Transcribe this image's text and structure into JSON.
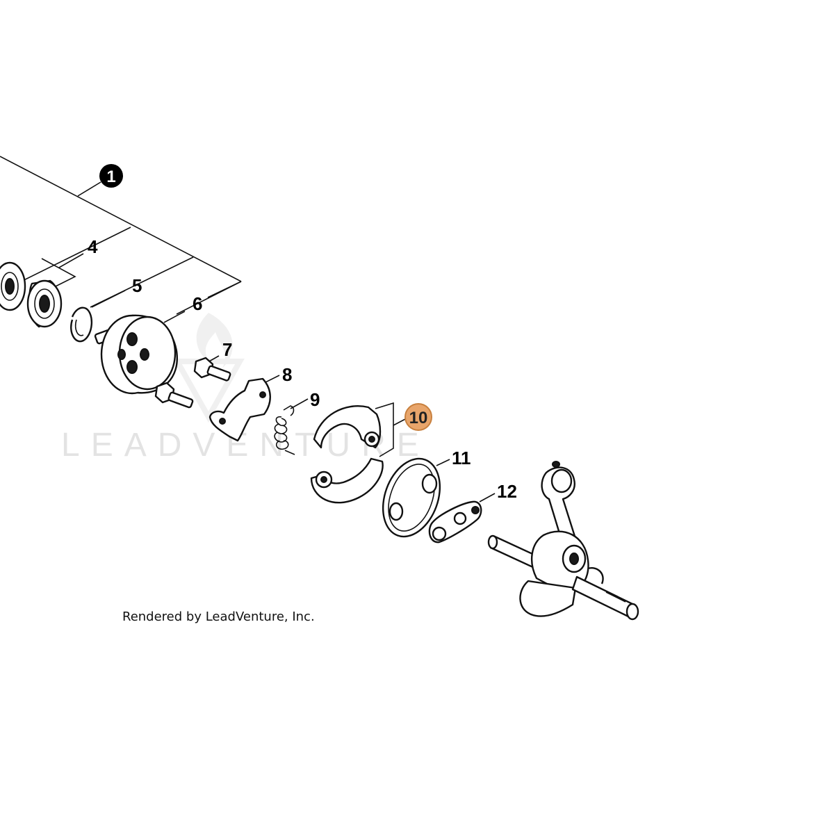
{
  "watermark": {
    "text": "LEADVENTURE"
  },
  "credit": {
    "text": "Rendered by LeadVenture, Inc."
  },
  "callouts": {
    "c1": {
      "label": "1",
      "style": "filled-black"
    },
    "c4": {
      "label": "4"
    },
    "c5": {
      "label": "5"
    },
    "c6": {
      "label": "6"
    },
    "c7": {
      "label": "7"
    },
    "c8": {
      "label": "8"
    },
    "c9": {
      "label": "9"
    },
    "c10": {
      "label": "10",
      "style": "highlighted",
      "fill": "#e8a56b",
      "stroke": "#c8803e"
    },
    "c11": {
      "label": "11"
    },
    "c12": {
      "label": "12"
    }
  },
  "parts": {
    "bearings": {
      "icon": "bearing-icon"
    },
    "snap_ring": {
      "icon": "snap-ring-icon"
    },
    "clutch_drum": {
      "icon": "clutch-drum-icon"
    },
    "shoulder_bolts": {
      "icon": "bolt-icon"
    },
    "clutch_carrier": {
      "icon": "carrier-icon"
    },
    "spring": {
      "icon": "spring-icon"
    },
    "clutch_shoes": {
      "icon": "clutch-shoe-icon"
    },
    "washer_plate": {
      "icon": "washer-icon"
    },
    "link_plate": {
      "icon": "link-icon"
    },
    "crankshaft": {
      "icon": "crankshaft-icon"
    }
  }
}
